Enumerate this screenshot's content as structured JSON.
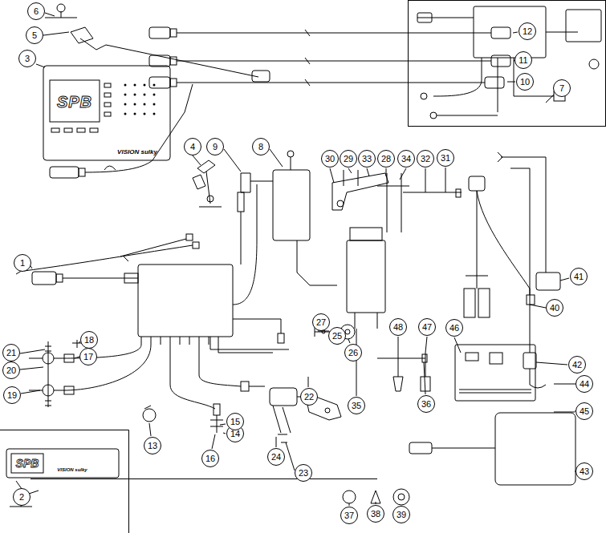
{
  "diagram": {
    "labels": [
      "1",
      "2",
      "3",
      "4",
      "5",
      "6",
      "7",
      "8",
      "9",
      "10",
      "11",
      "12",
      "13",
      "14",
      "15",
      "16",
      "17",
      "18",
      "19",
      "20",
      "21",
      "22",
      "23",
      "24",
      "25",
      "26",
      "27",
      "28",
      "29",
      "30",
      "31",
      "32",
      "33",
      "34",
      "35",
      "36",
      "37",
      "38",
      "39",
      "40",
      "41",
      "42",
      "43",
      "44",
      "45",
      "46",
      "47",
      "48",
      "SPB",
      "VISION sulky",
      "SPB",
      "VISION sulky"
    ]
  }
}
